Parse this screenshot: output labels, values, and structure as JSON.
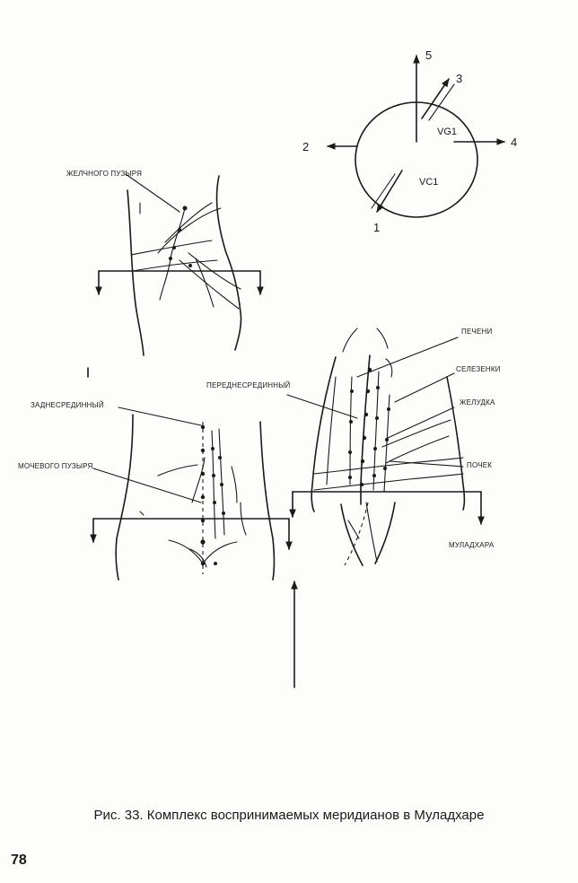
{
  "diagram": {
    "circle": {
      "labels": {
        "vg": "VG1",
        "vc": "VC1"
      },
      "directions": [
        "1",
        "2",
        "3",
        "4",
        "5"
      ]
    },
    "labels": {
      "gallbladder": "ЖЕЛЧНОГО ПУЗЫРЯ",
      "posterior_median": "ЗАДНЕСРЕДИННЫЙ",
      "bladder": "МОЧЕВОГО ПУЗЫРЯ",
      "anterior_median": "ПЕРЕДНЕСРЕДИННЫЙ",
      "liver": "ПЕЧЕНИ",
      "spleen": "СЕЛЕЗЕНКИ",
      "stomach": "ЖЕЛУДКА",
      "kidneys": "ПОЧЕК",
      "muladhara": "МУЛАДХАРА"
    }
  },
  "caption": "Рис. 33. Комплекс воспринимаемых меридианов в Муладхаре",
  "page_number": "78"
}
